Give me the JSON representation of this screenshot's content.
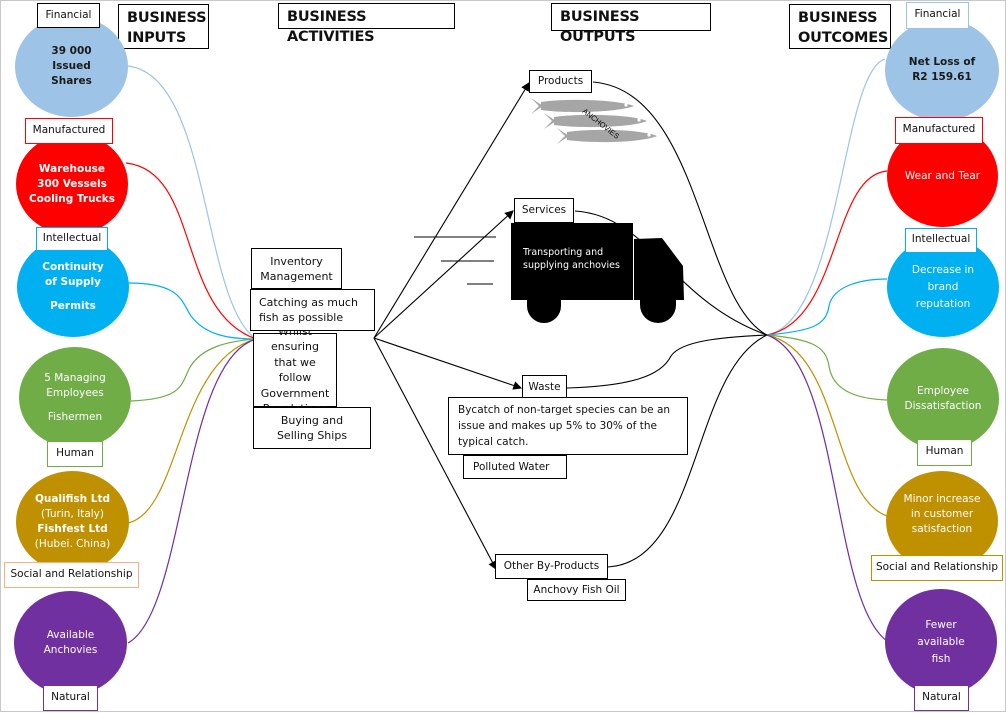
{
  "headers": {
    "inputs": [
      "BUSINESS",
      "INPUTS"
    ],
    "activities": "BUSINESS ACTIVITIES",
    "outputs": "BUSINESS OUTPUTS",
    "outcomes": [
      "BUSINESS",
      "OUTCOMES"
    ]
  },
  "colors": {
    "financial": "#9dc3e6",
    "manufactured": "#ff0000",
    "intellectual": "#00b0f0",
    "human": "#70ad47",
    "social": "#bf9000",
    "natural": "#7030a0",
    "social_tag_border_left": "#f4b183"
  },
  "inputs": [
    {
      "capital": "Financial",
      "lines": [
        "39 000",
        "Issued",
        "Shares"
      ]
    },
    {
      "capital": "Manufactured",
      "lines": [
        "Warehouse",
        "300 Vessels",
        "Cooling Trucks"
      ]
    },
    {
      "capital": "Intellectual",
      "lines": [
        "Continuity",
        "of Supply",
        "Permits"
      ]
    },
    {
      "capital": "Human",
      "lines": [
        "5 Managing",
        "Employees",
        "Fishermen"
      ]
    },
    {
      "capital": "Social and Relationship",
      "lines": [
        "Qualifish Ltd",
        "(Turin, Italy)",
        "Fishfest Ltd",
        "(Hubei. China)"
      ]
    },
    {
      "capital": "Natural",
      "lines": [
        "Available",
        "Anchovies"
      ]
    }
  ],
  "activities": [
    "Inventory Management",
    "Catching as much fish as possible",
    "Whilst ensuring that we follow Government Regulations",
    "Buying and Selling Ships"
  ],
  "outputs": {
    "products": {
      "label": "Products",
      "image_label": "ANCHOVIES"
    },
    "services": {
      "label": "Services",
      "description": "Transporting and supplying anchovies"
    },
    "waste": {
      "label": "Waste",
      "note": "Bycatch of non-target species can be an issue and makes up 5% to 30% of the typical catch.",
      "extra": "Polluted Water"
    },
    "by_products": {
      "label": "Other By-Products",
      "extra": "Anchovy Fish Oil"
    }
  },
  "outcomes": [
    {
      "capital": "Financial",
      "lines": [
        "Net Loss of",
        "R2 159.61"
      ]
    },
    {
      "capital": "Manufactured",
      "lines": [
        "Wear and Tear"
      ]
    },
    {
      "capital": "Intellectual",
      "lines": [
        "Decrease in",
        "brand",
        "reputation"
      ]
    },
    {
      "capital": "Human",
      "lines": [
        "Employee",
        "Dissatisfaction"
      ]
    },
    {
      "capital": "Social and Relationship",
      "lines": [
        "Minor increase",
        "in customer",
        "satisfaction"
      ]
    },
    {
      "capital": "Natural",
      "lines": [
        "Fewer",
        "available",
        "fish"
      ]
    }
  ]
}
